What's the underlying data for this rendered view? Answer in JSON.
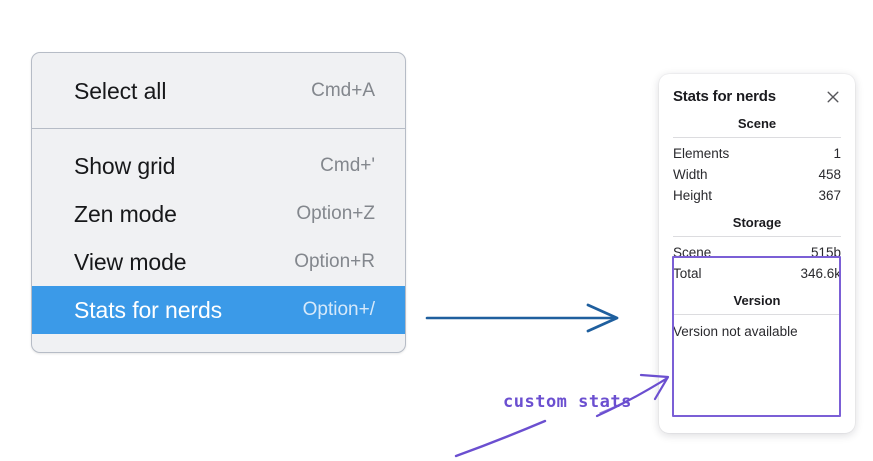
{
  "context_menu": {
    "groups": [
      {
        "items": [
          {
            "label": "Select all",
            "shortcut": "Cmd+A",
            "selected": false
          }
        ]
      },
      {
        "items": [
          {
            "label": "Show grid",
            "shortcut": "Cmd+'",
            "selected": false
          },
          {
            "label": "Zen mode",
            "shortcut": "Option+Z",
            "selected": false
          },
          {
            "label": "View mode",
            "shortcut": "Option+R",
            "selected": false
          },
          {
            "label": "Stats for nerds",
            "shortcut": "Option+/",
            "selected": true
          }
        ]
      }
    ],
    "highlight_color": "#3b9ae8"
  },
  "stats_panel": {
    "title": "Stats for nerds",
    "close_icon": "close-icon",
    "sections": [
      {
        "heading": "Scene",
        "rows": [
          {
            "key": "Elements",
            "value": "1"
          },
          {
            "key": "Width",
            "value": "458"
          },
          {
            "key": "Height",
            "value": "367"
          }
        ]
      },
      {
        "heading": "Storage",
        "rows": [
          {
            "key": "Scene",
            "value": "515b"
          },
          {
            "key": "Total",
            "value": "346.6k"
          }
        ]
      },
      {
        "heading": "Version",
        "note": "Version not available",
        "rows": []
      }
    ],
    "highlight_box_color": "#7b5fd6"
  },
  "annotations": {
    "custom_stats_label": "custom stats",
    "arrow_blue_color": "#1f5f9e",
    "arrow_purple_color": "#6b4fd0"
  }
}
